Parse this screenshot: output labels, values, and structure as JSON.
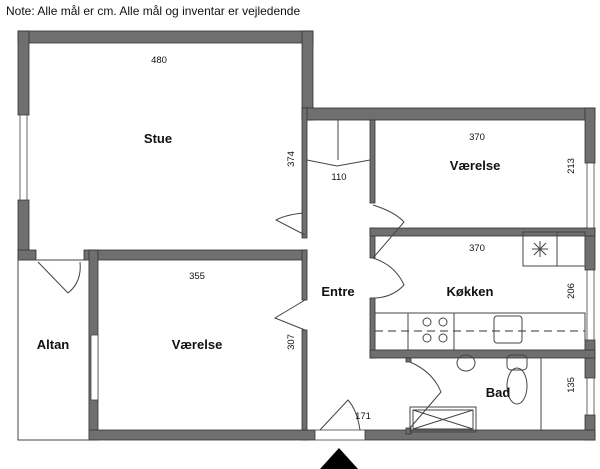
{
  "note": "Note: Alle mål er cm. Alle mål og inventar er vejledende",
  "rooms": {
    "stue": "Stue",
    "vaerelse1": "Værelse",
    "vaerelse2": "Værelse",
    "koekken": "Køkken",
    "entre": "Entre",
    "altan": "Altan",
    "bad": "Bad"
  },
  "dimensions": {
    "stue_width": "480",
    "stue_height": "374",
    "closet": "110",
    "vaerelse1_width": "370",
    "vaerelse1_height": "213",
    "koekken_width": "370",
    "koekken_height": "206",
    "vaerelse2_width": "355",
    "vaerelse2_height": "307",
    "entrance": "171",
    "bad_height": "135"
  }
}
